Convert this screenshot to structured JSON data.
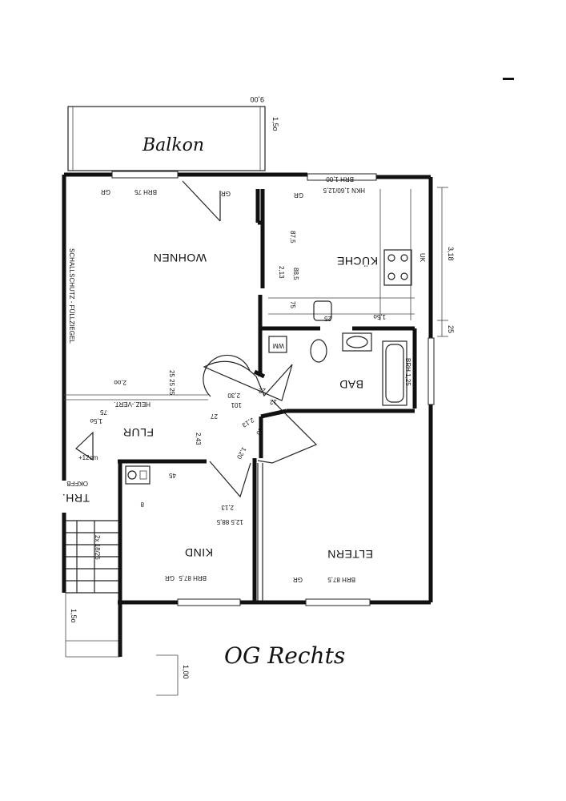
{
  "rooms": {
    "wohnen": "WOHNEN",
    "kueche": "KÜCHE",
    "bad": "BAD",
    "flur": "FLUR",
    "kind": "KIND",
    "eltern": "ELTERN",
    "balkon": "Balkon"
  },
  "annotations": {
    "schallschutz": "SCHALLSCHUTZ - FÜLLZIEGEL",
    "heiz_vert": "HEIZ.-VERT.",
    "wm": "WM",
    "trh": "TRH.",
    "okffb": "OKFFB",
    "uk": "UK"
  },
  "dimensions": {
    "balkon_width": "9,00",
    "balkon_depth": "1,5o",
    "wohnen_window": "BRH 75",
    "gr": "GR",
    "kueche_window_top": "BRH 1,00",
    "kueche_window_hkn": "HKN 1,60/12,5",
    "right_318": "3,18",
    "right_25": "25",
    "d_87_5": "87,5",
    "d_88_5": "88,5",
    "d_2_13": "2,13",
    "d_75": "75",
    "d_1_5o": "1,5o",
    "d_25": "25",
    "bad_window": "BRH 1,25",
    "wohnen_bottom": "2,oo",
    "d_25_25_25": "25 25 25",
    "flur_75": "75",
    "flur_1_5o": "1,5o",
    "d_2_30": "2,30",
    "d_101": "101",
    "d_22": "22",
    "d_27": "27",
    "d_2_13b": "2,13",
    "d_12": "12",
    "d_80": "80",
    "d_1_20": "1,20",
    "d_2_43": "2,43",
    "flur_12cm": "+12cm",
    "kind_45": "45",
    "kind_8": "8",
    "kind_2_13": "2,13",
    "kind_88": "12,5 88,5",
    "kind_window": "BRH 87,5",
    "eltern_window": "BRH 87,5",
    "stair": "2x 18/26",
    "left_1_5o": "1,5o",
    "bottom_1_00": "1,00"
  },
  "handwritten": {
    "caption": "OG Rechts"
  }
}
